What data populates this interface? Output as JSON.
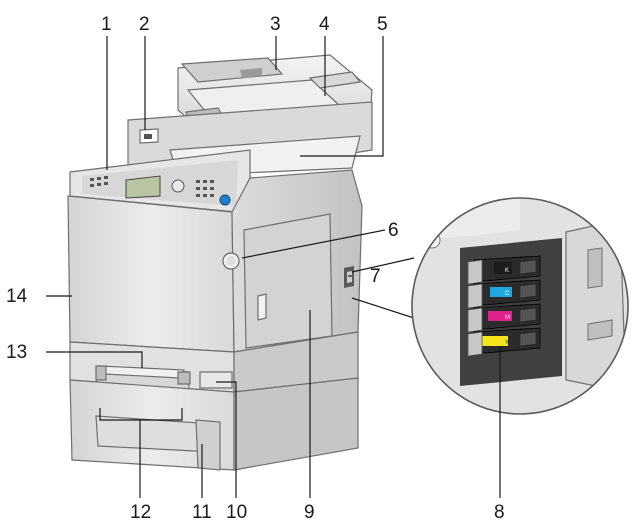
{
  "callouts": [
    {
      "id": "1",
      "label": "1"
    },
    {
      "id": "2",
      "label": "2"
    },
    {
      "id": "3",
      "label": "3"
    },
    {
      "id": "4",
      "label": "4"
    },
    {
      "id": "5",
      "label": "5"
    },
    {
      "id": "6",
      "label": "6"
    },
    {
      "id": "7",
      "label": "7"
    },
    {
      "id": "8",
      "label": "8"
    },
    {
      "id": "9",
      "label": "9"
    },
    {
      "id": "10",
      "label": "10"
    },
    {
      "id": "11",
      "label": "11"
    },
    {
      "id": "12",
      "label": "12"
    },
    {
      "id": "13",
      "label": "13"
    },
    {
      "id": "14",
      "label": "14"
    }
  ],
  "cartridge_letters": [
    "K",
    "C",
    "M",
    "Y"
  ],
  "colors": {
    "body": "#e3e3e3",
    "body_dark": "#c9c9c9",
    "black": "#1c1c1c",
    "cyan": "#1fa8e0",
    "magenta": "#e0238a",
    "yellow": "#f5e31c",
    "panel_blue": "#1e7fd0"
  }
}
